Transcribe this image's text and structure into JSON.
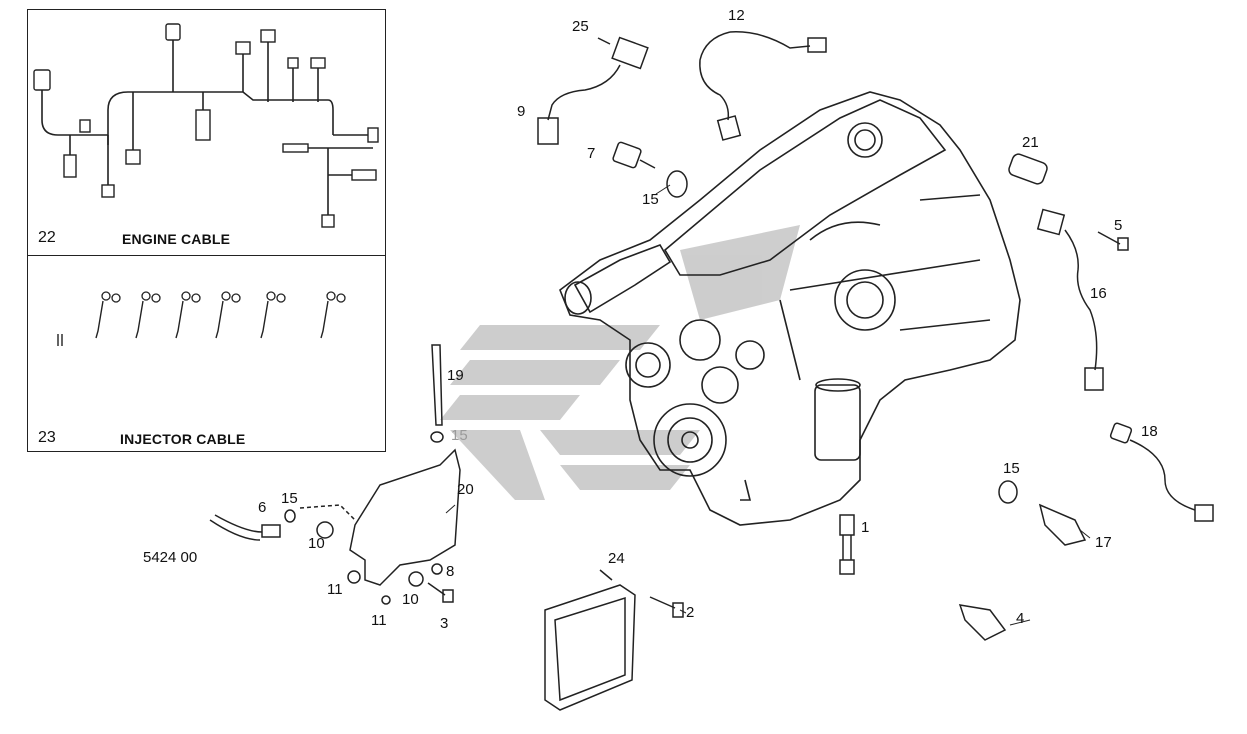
{
  "panels": {
    "engine_cable": {
      "number": "22",
      "title": "ENGINE CABLE"
    },
    "injector_cable": {
      "number": "23",
      "title": "INJECTOR CABLE"
    }
  },
  "callouts": {
    "c25": "25",
    "c12": "12",
    "c9": "9",
    "c7": "7",
    "c15a": "15",
    "c21": "21",
    "c5": "5",
    "c16": "16",
    "c19": "19",
    "c15b": "15",
    "c20": "20",
    "c6": "6",
    "c15c": "15",
    "c10a": "10",
    "c5424": "5424 00",
    "c11a": "11",
    "c10b": "10",
    "c8": "8",
    "c11b": "11",
    "c3": "3",
    "c24": "24",
    "c2": "2",
    "c1": "1",
    "c15d": "15",
    "c17": "17",
    "c18": "18",
    "c4": "4"
  },
  "colors": {
    "line": "#222222",
    "watermark": "#bdbdbd"
  }
}
